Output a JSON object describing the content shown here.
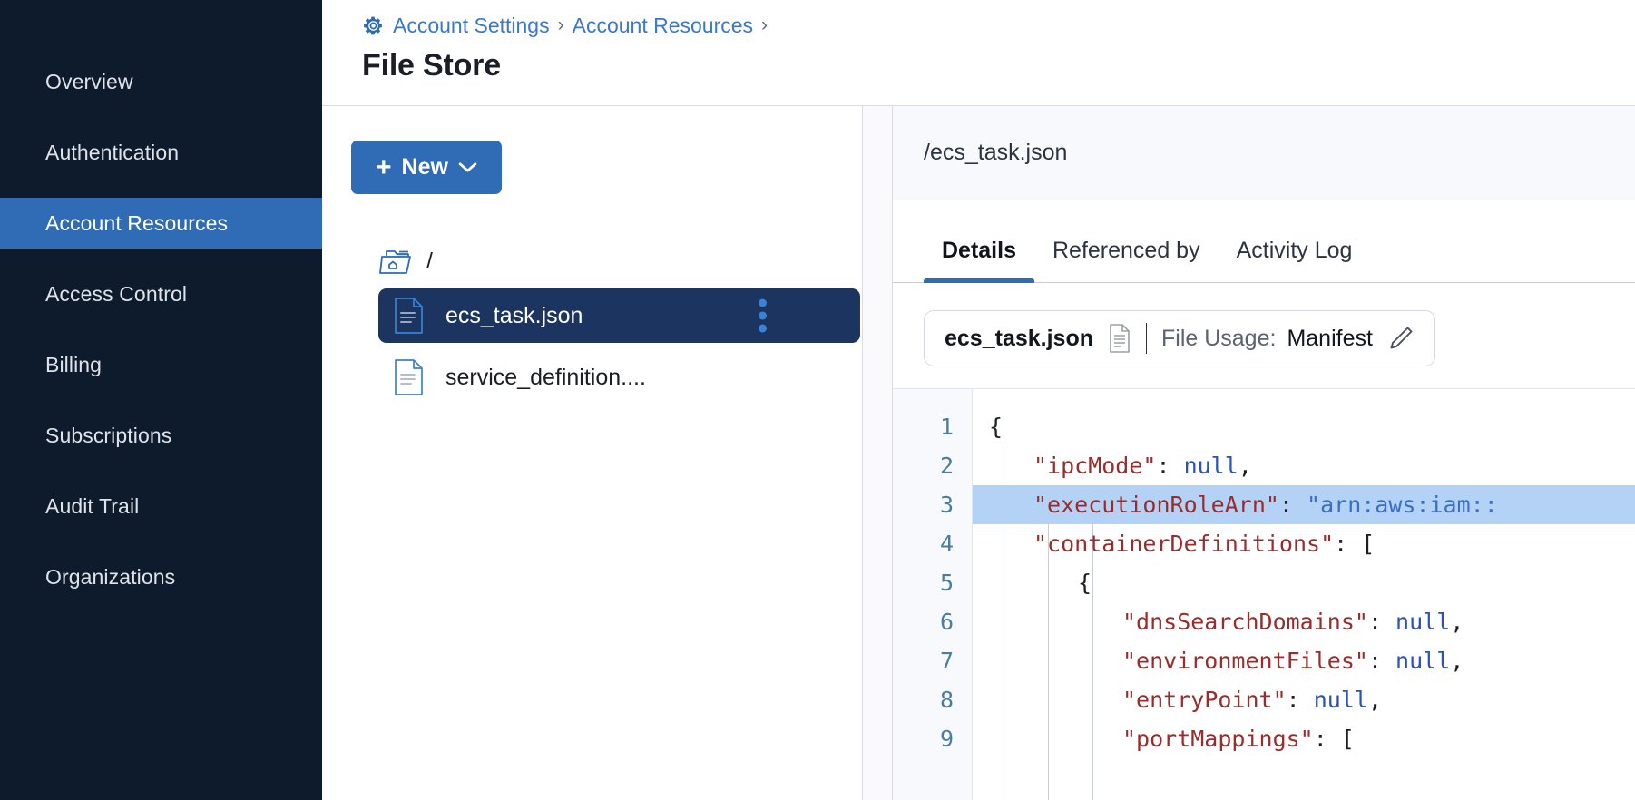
{
  "sidebar": {
    "items": [
      {
        "label": "Overview",
        "active": false
      },
      {
        "label": "Authentication",
        "active": false
      },
      {
        "label": "Account Resources",
        "active": true
      },
      {
        "label": "Access Control",
        "active": false
      },
      {
        "label": "Billing",
        "active": false
      },
      {
        "label": "Subscriptions",
        "active": false
      },
      {
        "label": "Audit Trail",
        "active": false
      },
      {
        "label": "Organizations",
        "active": false
      }
    ]
  },
  "header": {
    "gear_icon": "gear-icon",
    "breadcrumb": [
      {
        "label": "Account Settings"
      },
      {
        "label": "Account Resources"
      }
    ],
    "separator": "›",
    "title": "File Store"
  },
  "tree_pane": {
    "new_button": {
      "plus": "+",
      "label": "New",
      "chevron": "chevron-down-icon"
    },
    "root": {
      "icon": "folder-home-icon",
      "label": "/"
    },
    "files": [
      {
        "name": "ecs_task.json",
        "icon": "file-json-icon",
        "selected": true,
        "kebab": "more-vertical-icon"
      },
      {
        "name": "service_definition....",
        "icon": "file-json-icon",
        "selected": false
      }
    ]
  },
  "detail_pane": {
    "path": "/ecs_task.json",
    "tabs": [
      {
        "label": "Details",
        "active": true
      },
      {
        "label": "Referenced by",
        "active": false
      },
      {
        "label": "Activity Log",
        "active": false
      }
    ],
    "usage": {
      "file_name": "ecs_task.json",
      "file_icon": "document-icon",
      "label": "File Usage:",
      "value": "Manifest",
      "edit_icon": "pencil-icon"
    }
  },
  "editor": {
    "line_numbers": [
      "1",
      "2",
      "3",
      "4",
      "5",
      "6",
      "7",
      "8",
      "9"
    ],
    "highlighted_line": 3,
    "lines": [
      {
        "n": 1,
        "indent": 0,
        "tokens": [
          {
            "t": "punc",
            "v": "{"
          }
        ]
      },
      {
        "n": 2,
        "indent": 1,
        "tokens": [
          {
            "t": "key",
            "v": "\"ipcMode\""
          },
          {
            "t": "punc",
            "v": ": "
          },
          {
            "t": "null",
            "v": "null"
          },
          {
            "t": "punc",
            "v": ","
          }
        ]
      },
      {
        "n": 3,
        "indent": 1,
        "tokens": [
          {
            "t": "key",
            "v": "\"executionRoleArn\""
          },
          {
            "t": "punc",
            "v": ": "
          },
          {
            "t": "str",
            "v": "\"arn:aws:iam::"
          }
        ]
      },
      {
        "n": 4,
        "indent": 1,
        "tokens": [
          {
            "t": "key",
            "v": "\"containerDefinitions\""
          },
          {
            "t": "punc",
            "v": ": ["
          }
        ]
      },
      {
        "n": 5,
        "indent": 2,
        "tokens": [
          {
            "t": "punc",
            "v": "{"
          }
        ]
      },
      {
        "n": 6,
        "indent": 3,
        "tokens": [
          {
            "t": "key",
            "v": "\"dnsSearchDomains\""
          },
          {
            "t": "punc",
            "v": ": "
          },
          {
            "t": "null",
            "v": "null"
          },
          {
            "t": "punc",
            "v": ","
          }
        ]
      },
      {
        "n": 7,
        "indent": 3,
        "tokens": [
          {
            "t": "key",
            "v": "\"environmentFiles\""
          },
          {
            "t": "punc",
            "v": ": "
          },
          {
            "t": "null",
            "v": "null"
          },
          {
            "t": "punc",
            "v": ","
          }
        ]
      },
      {
        "n": 8,
        "indent": 3,
        "tokens": [
          {
            "t": "key",
            "v": "\"entryPoint\""
          },
          {
            "t": "punc",
            "v": ": "
          },
          {
            "t": "null",
            "v": "null"
          },
          {
            "t": "punc",
            "v": ","
          }
        ]
      },
      {
        "n": 9,
        "indent": 3,
        "tokens": [
          {
            "t": "key",
            "v": "\"portMappings\""
          },
          {
            "t": "punc",
            "v": ": ["
          }
        ]
      }
    ]
  },
  "colors": {
    "sidebar_bg": "#0d1b2d",
    "accent": "#2f6cb5",
    "selected_row": "#1b3460",
    "link": "#3b77cc",
    "code_key": "#9c2b2b",
    "code_string": "#3b6fc4",
    "code_null": "#2a52be",
    "highlight_line": "#b3d2f5",
    "line_number": "#4a7e9e"
  }
}
